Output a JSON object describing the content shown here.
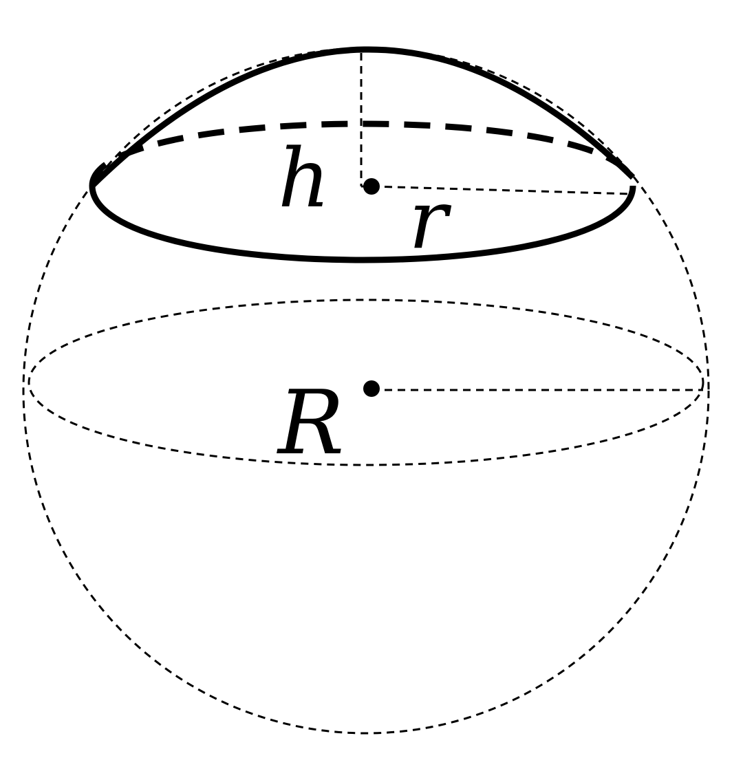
{
  "labels": {
    "cap_height": "h",
    "cap_radius": "r",
    "sphere_radius": "R"
  },
  "colors": {
    "stroke": "#000000",
    "background": "#ffffff"
  }
}
